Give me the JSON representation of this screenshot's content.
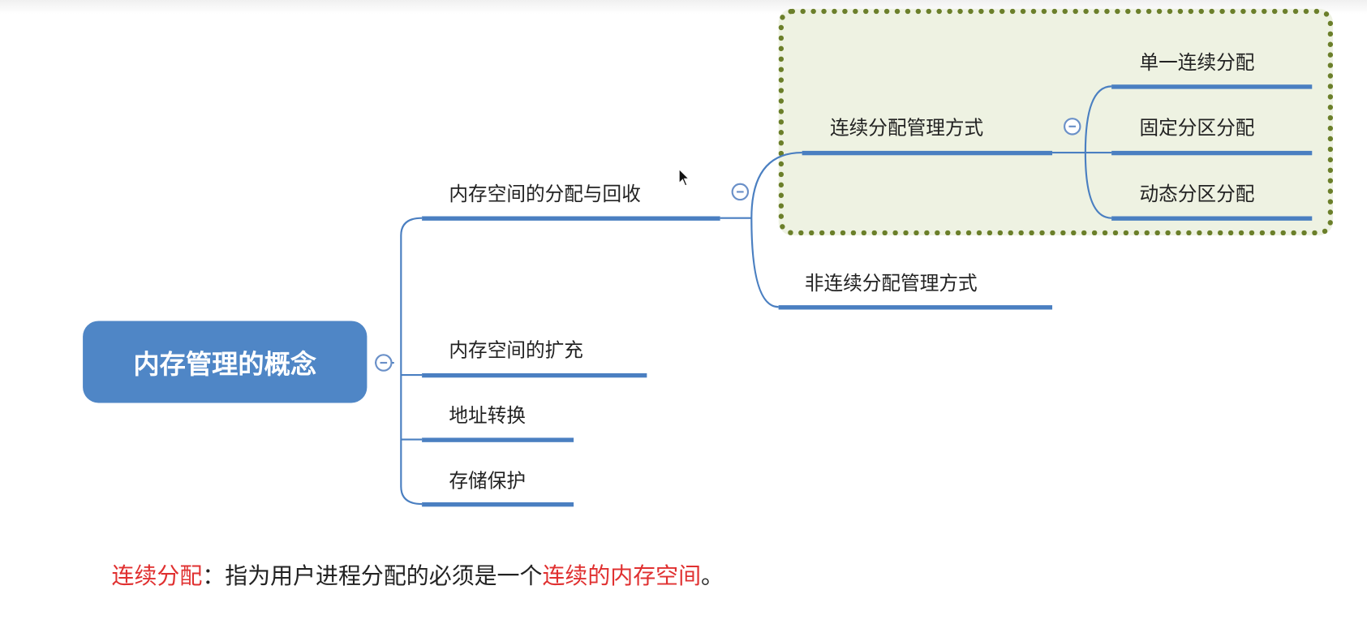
{
  "root": {
    "label": "内存管理的概念"
  },
  "branches": [
    {
      "label": "内存空间的分配与回收"
    },
    {
      "label": "内存空间的扩充"
    },
    {
      "label": "地址转换"
    },
    {
      "label": "存储保护"
    }
  ],
  "allocation": {
    "contiguous": {
      "label": "连续分配管理方式",
      "children": [
        "单一连续分配",
        "固定分区分配",
        "动态分区分配"
      ]
    },
    "noncontiguous": {
      "label": "非连续分配管理方式"
    }
  },
  "note": {
    "term": "连续分配",
    "colon": "：",
    "text": "指为用户进程分配的必须是一个",
    "highlight": "连续的内存空间",
    "end": "。"
  },
  "colors": {
    "node": "#4f86c6",
    "line": "#4a7fc1",
    "highlight_box": "#eef2e2",
    "highlight_border": "#6b7f2a",
    "red": "#e03030"
  }
}
